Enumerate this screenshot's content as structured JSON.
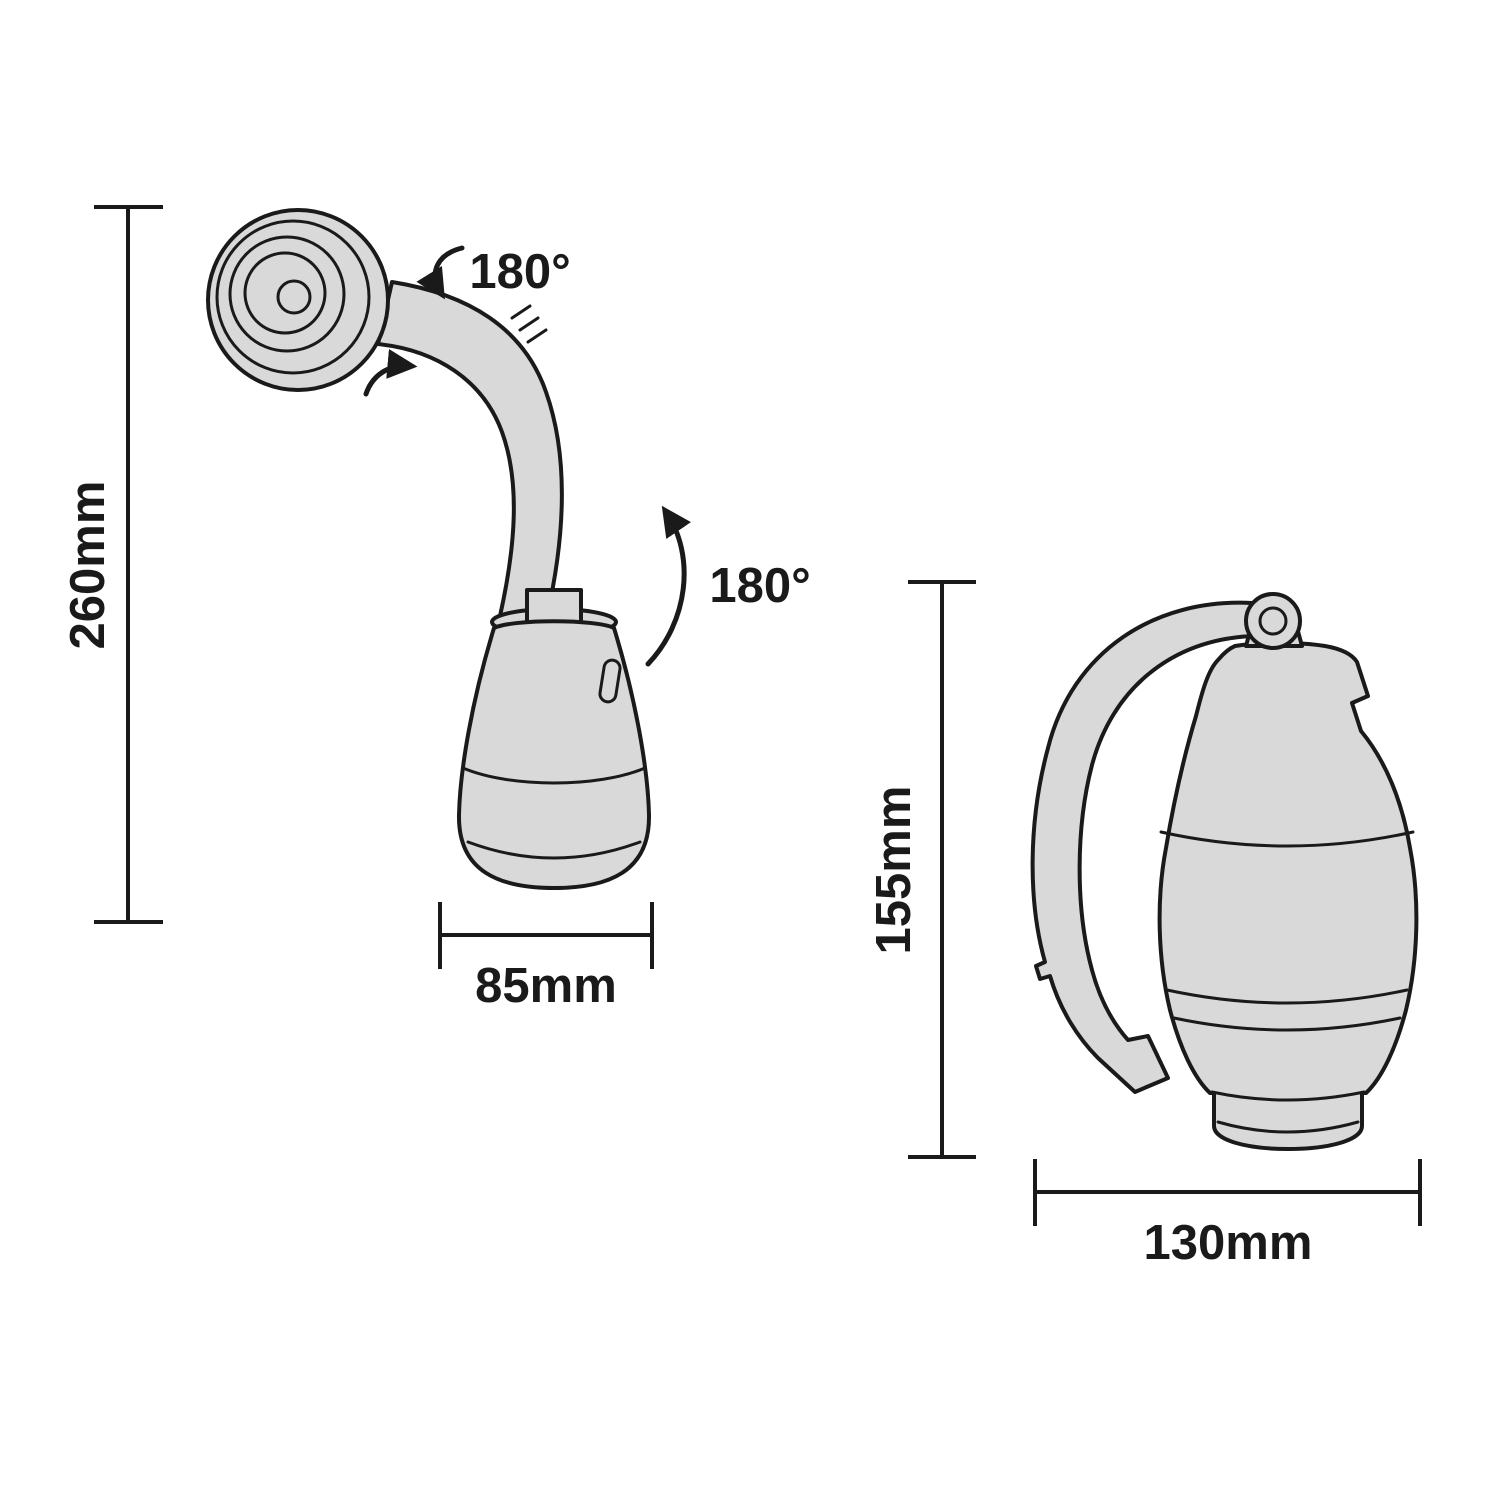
{
  "diagram": {
    "type": "technical-dimension-drawing",
    "views": [
      {
        "name": "lamp-extended-front-view",
        "height_label": "260mm",
        "width_label": "85mm",
        "head_rotation_label": "180°",
        "arm_rotation_label": "180°"
      },
      {
        "name": "lamp-folded-side-view",
        "height_label": "155mm",
        "width_label": "130mm"
      }
    ],
    "colors": {
      "outline": "#1a1a1a",
      "fill": "#d9d9d9",
      "background": "#ffffff"
    }
  }
}
